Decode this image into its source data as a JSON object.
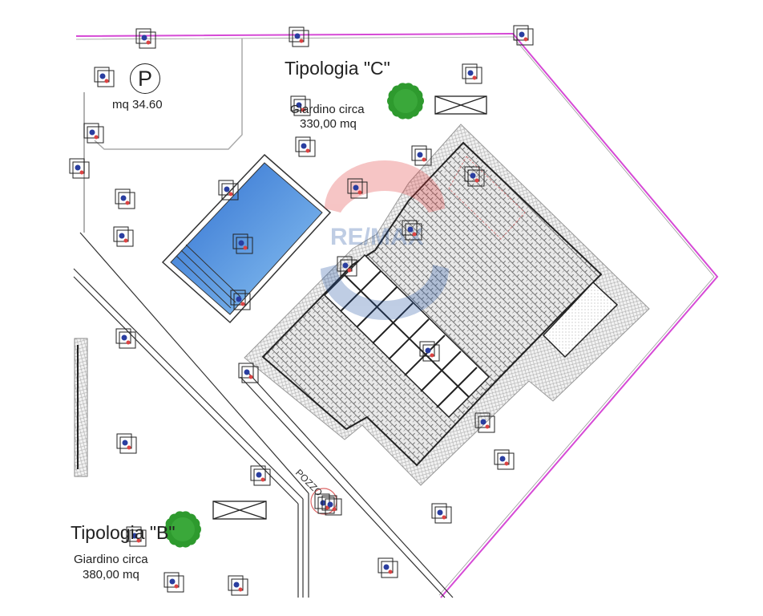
{
  "plan": {
    "parking": {
      "symbol": "P",
      "area": "mq 34.60"
    },
    "unit_c": {
      "title": "Tipologia \"C\"",
      "garden_label": "Giardino circa",
      "garden_area": "330,00 mq"
    },
    "unit_b": {
      "title": "Tipologia \"B\"",
      "garden_label": "Giardino circa",
      "garden_area": "380,00 mq"
    },
    "well_label": "POZZO",
    "watermark": "RE/MAX"
  },
  "colors": {
    "boundary": "#d64ad6",
    "pool": "#4a90d9",
    "tree": "#2e9a2e",
    "line": "#222222",
    "hatch": "#9a9a9a"
  }
}
